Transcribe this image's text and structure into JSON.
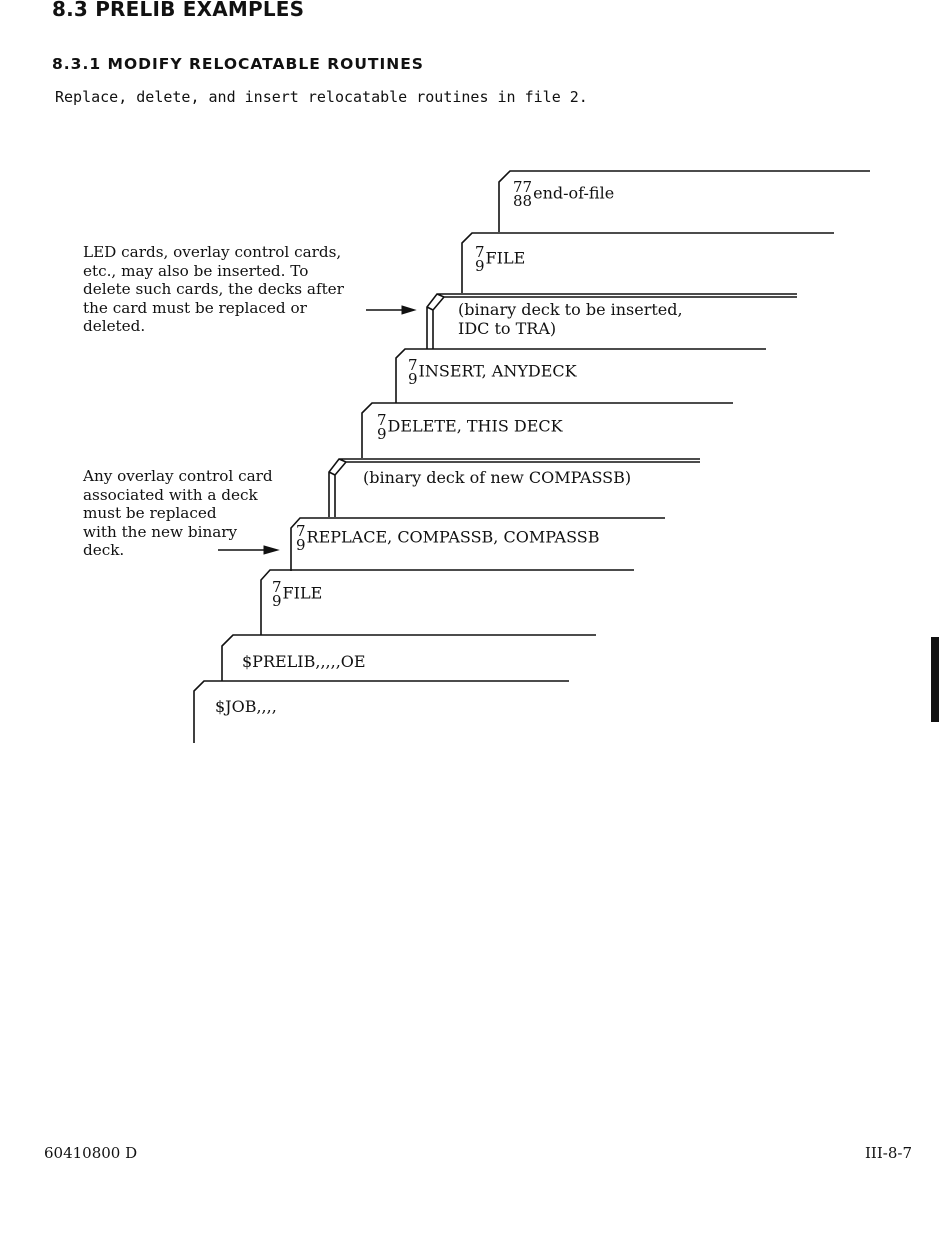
{
  "section_title": "8.3 PRELIB EXAMPLES",
  "subsection_title": "8.3.1 MODIFY RELOCATABLE ROUTINES",
  "intro": "Replace, delete, and insert relocatable routines in file 2.",
  "notes": {
    "top": [
      "LED cards, overlay control cards,",
      "etc., may also be inserted. To",
      "delete such cards, the decks after",
      "the card must be replaced or",
      "deleted."
    ],
    "bottom": [
      "Any overlay control card",
      "associated with a deck",
      "must be replaced",
      "with the new binary",
      "deck."
    ]
  },
  "cards": {
    "eof": {
      "top": "77",
      "bottom": "88",
      "text": "end-of-file"
    },
    "file2": {
      "top": "7",
      "bottom": "9",
      "text": "FILE"
    },
    "binary_insert": {
      "line1": "(binary deck to be inserted,",
      "line2": "IDC to TRA)"
    },
    "insert": {
      "top": "7",
      "bottom": "9",
      "text": "INSERT, ANYDECK"
    },
    "delete": {
      "top": "7",
      "bottom": "9",
      "text": "DELETE, THIS DECK"
    },
    "binary_new": {
      "text": "(binary deck of new COMPASSB)"
    },
    "replace": {
      "top": "7",
      "bottom": "9",
      "text": "REPLACE, COMPASSB, COMPASSB"
    },
    "file1": {
      "top": "7",
      "bottom": "9",
      "text": "FILE"
    },
    "prelib": {
      "text": "$PRELIB,,,,,OE"
    },
    "job": {
      "text": "$JOB,,,,"
    }
  },
  "footer": {
    "doc_number": "60410800 D",
    "page": "III-8-7"
  }
}
